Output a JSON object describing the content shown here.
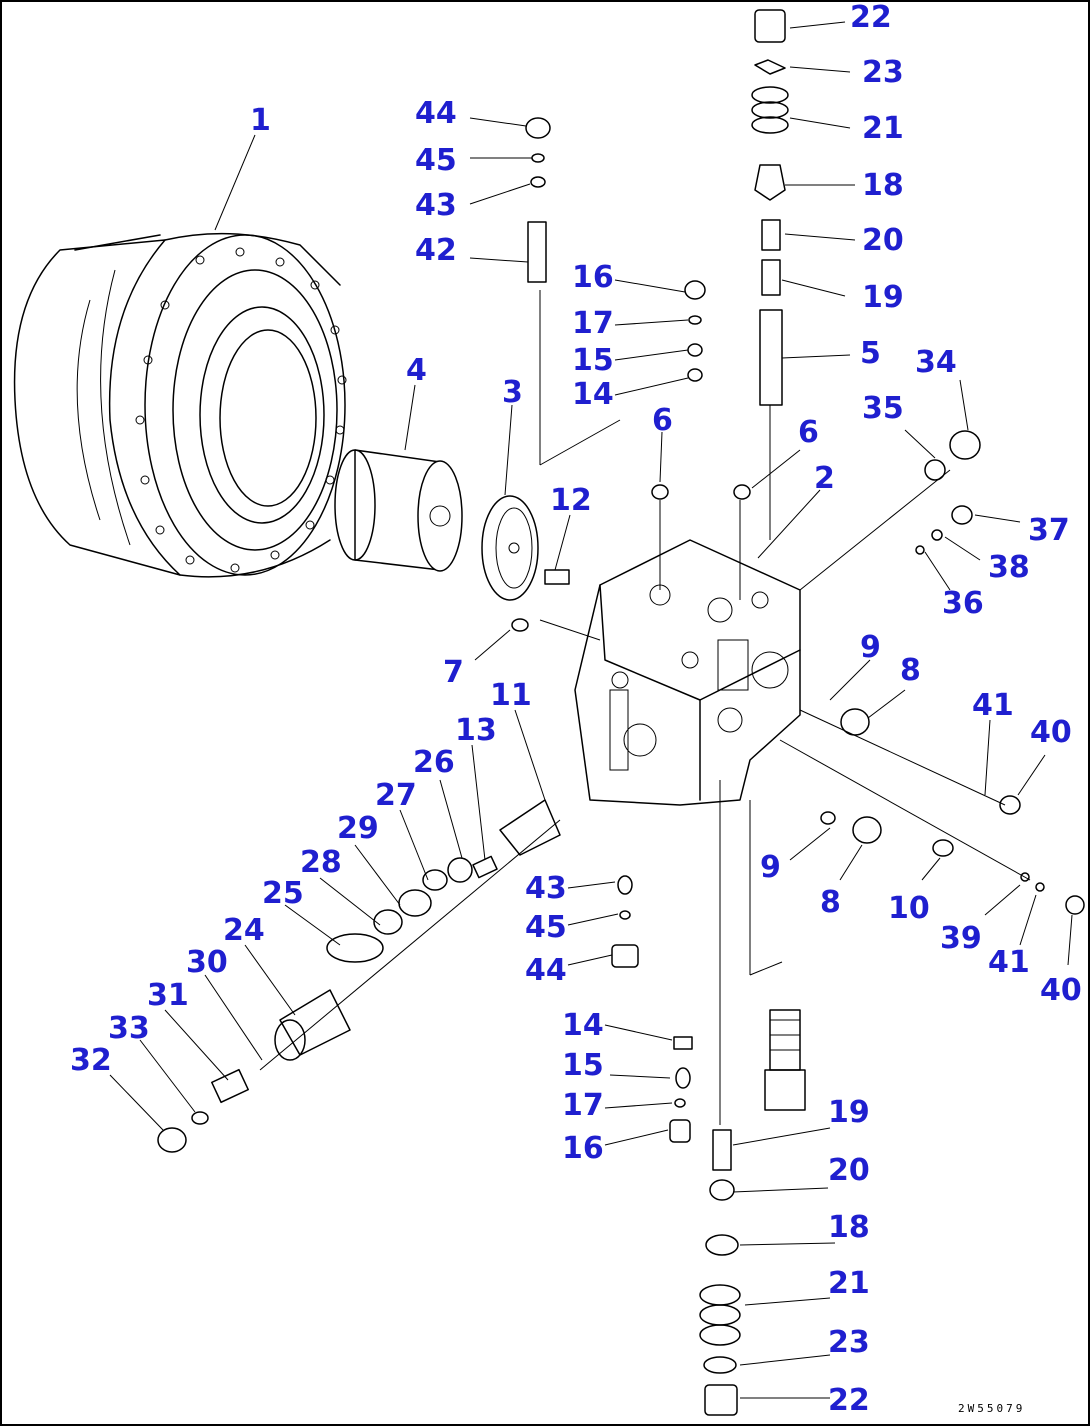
{
  "diagram": {
    "drawing_code": "2W55079",
    "callout_color": "#1f1fcf",
    "labels": [
      "22",
      "23",
      "21",
      "18",
      "20",
      "19",
      "5",
      "44",
      "45",
      "43",
      "42",
      "1",
      "16",
      "17",
      "15",
      "14",
      "4",
      "3",
      "6",
      "6",
      "2",
      "34",
      "35",
      "37",
      "38",
      "36",
      "12",
      "7",
      "9",
      "8",
      "11",
      "13",
      "41",
      "40",
      "26",
      "27",
      "29",
      "28",
      "25",
      "24",
      "30",
      "31",
      "33",
      "32",
      "43",
      "45",
      "44",
      "9",
      "8",
      "10",
      "39",
      "41",
      "40",
      "14",
      "15",
      "17",
      "16",
      "19",
      "20",
      "18",
      "21",
      "23",
      "22"
    ]
  }
}
